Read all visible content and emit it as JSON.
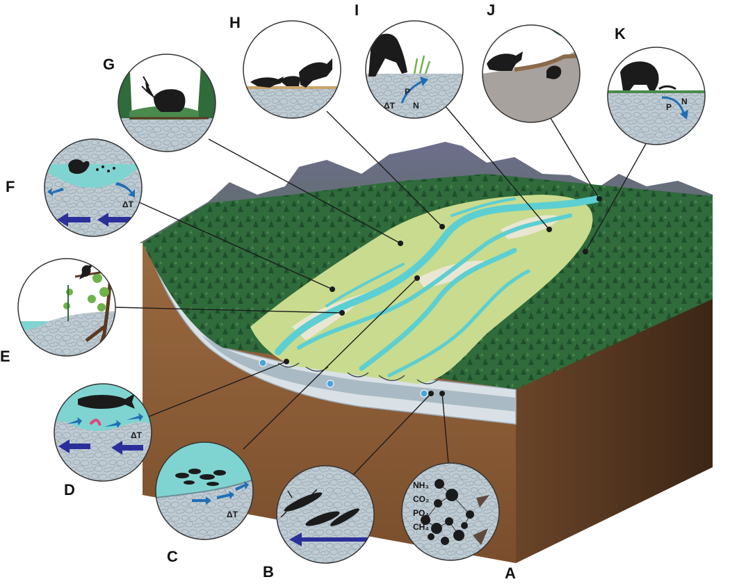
{
  "colors": {
    "soil": "#8a5a34",
    "soil_dark": "#5a3a22",
    "gravel": "#b9c6cf",
    "water": "#5ccfd2",
    "forest": "#2f6b3b",
    "floodplain": "#c7d98a",
    "mountain": "#5c6b63",
    "sky_haze": "#7f7f9a",
    "flow_arrow": "#2b2f9a",
    "hyporheic_arrow": "#1f6fb5",
    "silhouette": "#1b1b1b"
  },
  "callouts": [
    {
      "id": "A",
      "letter": "A",
      "label_lines": [
        "NH₃",
        "CO₂",
        "PO₄",
        "CH₄"
      ],
      "icon": "microbe-biofilm-icon"
    },
    {
      "id": "B",
      "letter": "B",
      "icon": "stonefly-nymph-icon"
    },
    {
      "id": "C",
      "letter": "C",
      "delta": "ΔT",
      "icon": "fish-eggs-icon"
    },
    {
      "id": "D",
      "letter": "D",
      "delta": "ΔT",
      "icon": "trout-icon"
    },
    {
      "id": "E",
      "letter": "E",
      "icon": "kingfisher-icon"
    },
    {
      "id": "F",
      "letter": "F",
      "delta": "ΔT",
      "icon": "frog-icon"
    },
    {
      "id": "G",
      "letter": "G",
      "icon": "elk-icon"
    },
    {
      "id": "H",
      "letter": "H",
      "icon": "wolf-chasing-elk-icon"
    },
    {
      "id": "I",
      "letter": "I",
      "delta": "ΔT",
      "nutrients": [
        "P",
        "N"
      ],
      "icon": "moose-grazing-icon"
    },
    {
      "id": "J",
      "letter": "J",
      "icon": "wolf-and-beaver-icon"
    },
    {
      "id": "K",
      "letter": "K",
      "nutrients": [
        "P",
        "N"
      ],
      "icon": "grizzly-bear-icon"
    }
  ]
}
